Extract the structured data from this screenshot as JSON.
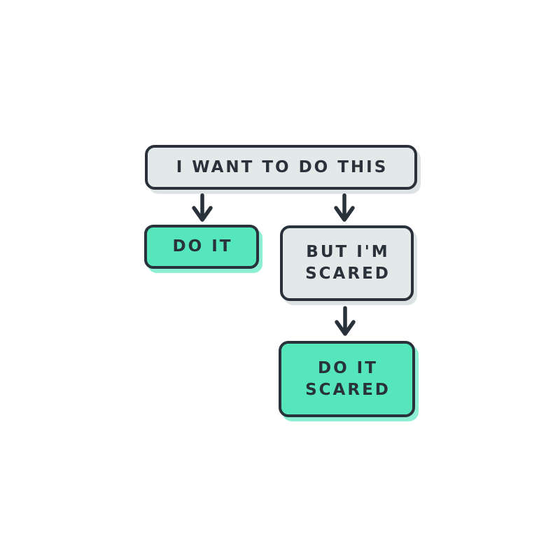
{
  "diagram": {
    "title": "do-it-scared-flowchart",
    "nodes": [
      {
        "id": "want",
        "label": "I WANT TO DO THIS",
        "variant": "gray"
      },
      {
        "id": "do-it",
        "label": "DO IT",
        "variant": "green"
      },
      {
        "id": "but-im-scared",
        "label": "BUT I'M\nSCARED",
        "variant": "gray"
      },
      {
        "id": "do-it-scared",
        "label": "DO IT\nSCARED",
        "variant": "green"
      }
    ],
    "edges": [
      {
        "from": "want",
        "to": "do-it",
        "icon": "arrow-down-icon"
      },
      {
        "from": "want",
        "to": "but-im-scared",
        "icon": "arrow-down-icon"
      },
      {
        "from": "but-im-scared",
        "to": "do-it-scared",
        "icon": "arrow-down-icon"
      }
    ]
  },
  "colors": {
    "bg": "#ffffff",
    "ink": "#29323a",
    "gray-fill": "#e3e8e9",
    "gray-shadow": "#dde3e4",
    "green-fill": "#55e6bc",
    "green-shadow": "#8ceed2"
  }
}
